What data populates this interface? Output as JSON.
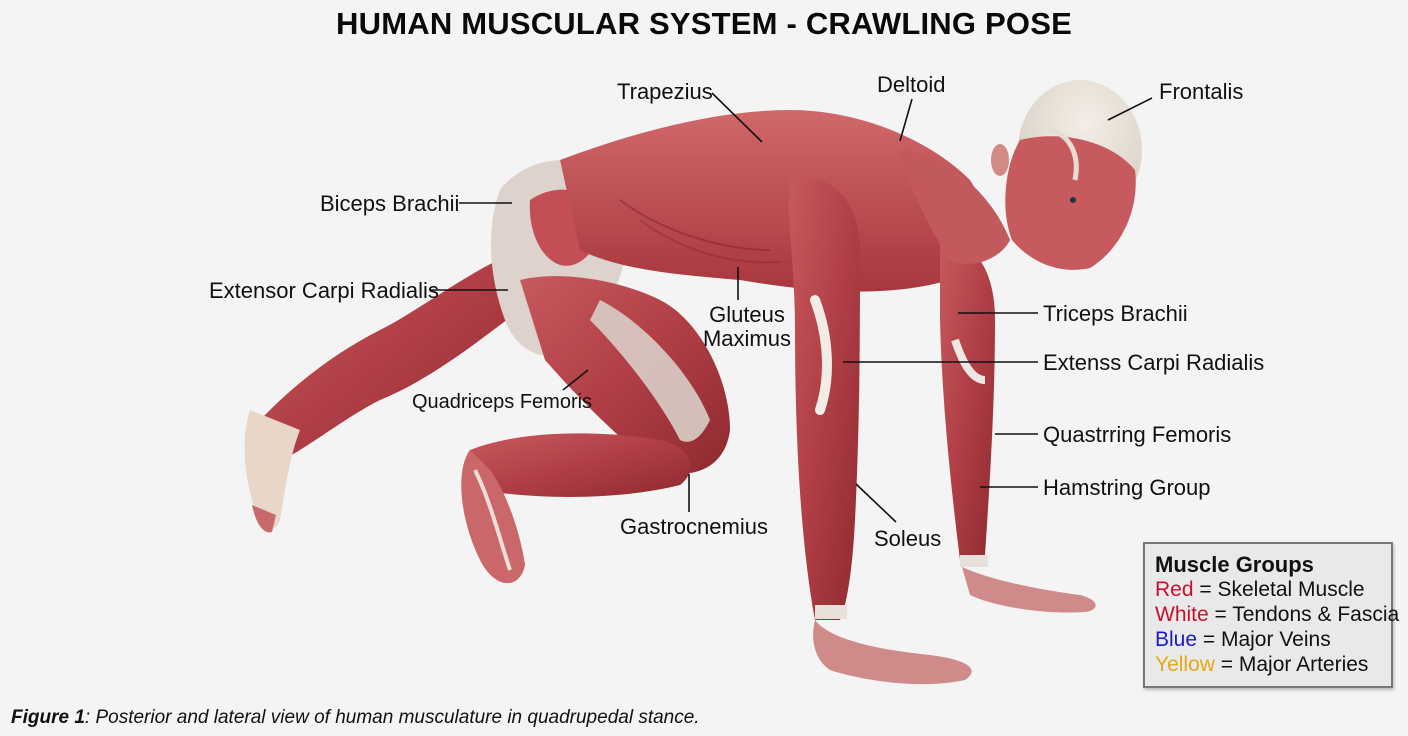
{
  "title": "HUMAN MUSCULAR SYSTEM - CRAWLING POSE",
  "labels": {
    "trapezius": "Trapezius",
    "deltoid": "Deltoid",
    "frontalis": "Frontalis",
    "biceps_brachii": "Biceps Brachii",
    "extensor_carpi_radialis_left": "Extensor Carpi Radialis",
    "gluteus_maximus_line1": "Gluteus",
    "gluteus_maximus_line2": "Maximus",
    "quadriceps_femoris": "Quadriceps Femoris",
    "triceps_brachii": "Triceps Brachii",
    "extenss_carpi_radialis": "Extenss Carpi Radialis",
    "quastrring_femoris": "Quastrring Femoris",
    "hamstring_group": "Hamstring Group",
    "gastrocnemius": "Gastrocnemius",
    "soleus": "Soleus"
  },
  "legend": {
    "title": "Muscle Groups",
    "items": [
      {
        "key": "Red",
        "value": "= Skeletal Muscle",
        "color": "#c8102e"
      },
      {
        "key": "White",
        "value": "= Tendons & Fascia",
        "color": "#c8102e"
      },
      {
        "key": "Blue",
        "value": "= Major Veins",
        "color": "#1a1acc"
      },
      {
        "key": "Yellow",
        "value": "= Major Arteries",
        "color": "#e6a817"
      }
    ]
  },
  "caption": {
    "prefix": "Figure 1",
    "text": ": Posterior and lateral view of human musculature in quadrupedal stance."
  },
  "colors": {
    "muscle": "#b8434a",
    "muscle_dark": "#8e2a30",
    "muscle_light": "#d87a7a",
    "tendon": "#e6dcd6",
    "background": "#f4f4f4"
  }
}
